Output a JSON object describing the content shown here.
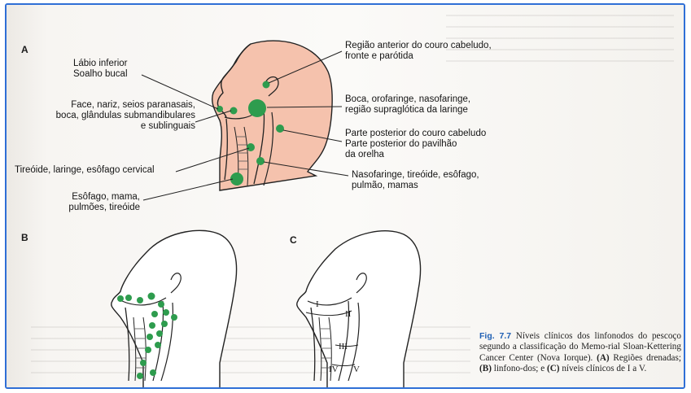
{
  "panels": {
    "a": "A",
    "b": "B",
    "c": "C"
  },
  "labels_a": {
    "labio": "Lábio inferior",
    "soalho": "Soalho bucal",
    "face_1": "Face, nariz, seios paranasais,",
    "face_2": "boca, glândulas submandibulares",
    "face_3": "e sublinguais",
    "tireoide": "Tireóide, laringe, esôfago cervical",
    "esofago_1": "Esôfago, mama,",
    "esofago_2": "pulmões, tireóide",
    "regiao_1": "Região anterior do couro cabeludo,",
    "regiao_2": "fronte e parótida",
    "boca_1": "Boca, orofaringe, nasofaringe,",
    "boca_2": "região supraglótica da laringe",
    "parte_1": "Parte posterior do couro cabeludo",
    "parte_2": "Parte posterior do pavilhão",
    "parte_3": "da orelha",
    "naso_1": "Nasofaringe, tireóide, esôfago,",
    "naso_2": "pulmão, mamas"
  },
  "levels": {
    "i": "I",
    "ii": "II",
    "iii": "III",
    "iv": "IV",
    "v": "V"
  },
  "caption": {
    "fig": "Fig. 7.7",
    "t1": " Níveis clínicos dos linfonodos do pescoço segundo a classificação do Memo-rial Sloan-Kettering Cancer Center (Nova Iorque). ",
    "a": "(A)",
    "t2": " Regiões drenadas; ",
    "b": "(B)",
    "t3": " linfono-dos; e ",
    "c": "(C)",
    "t4": " níveis clínicos de I a V."
  },
  "colors": {
    "skin": "#f5c2ad",
    "node": "#2e9c4e",
    "frame": "#2f6fd6",
    "caption_fig": "#1f5fb4"
  }
}
